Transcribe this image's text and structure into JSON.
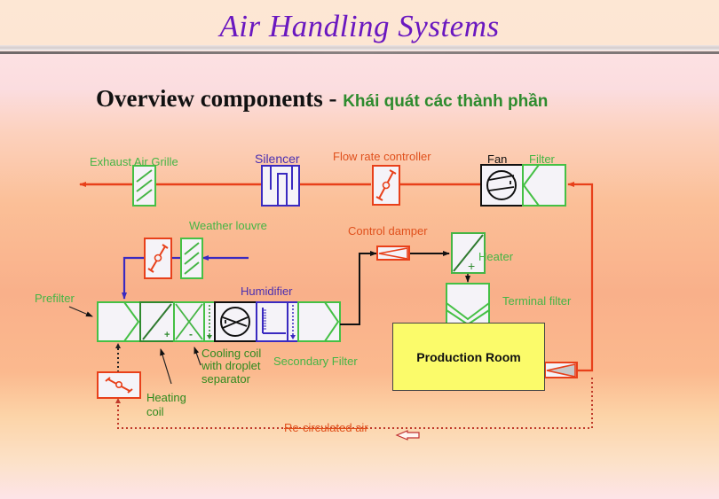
{
  "header": {
    "title": "Air Handling Systems",
    "subtitle_en": "Overview components - ",
    "subtitle_vi": "Khái quát các thành phần"
  },
  "colors": {
    "title": "#6a18c0",
    "component_green": "#45b545",
    "supply_air_line": "#e8401a",
    "outside_air_line": "#3a2ac0",
    "production_room": "#fbfb6a"
  },
  "diagram": {
    "labels": {
      "exhaust_air_grille": "Exhaust Air Grille",
      "silencer": "Silencer",
      "flow_rate_controller": "Flow rate controller",
      "fan": "Fan",
      "filter": "Filter",
      "weather_louvre": "Weather louvre",
      "control_damper": "Control damper",
      "heater": "Heater",
      "prefilter": "Prefilter",
      "humidifier": "Humidifier",
      "terminal_filter": "Terminal filter",
      "cooling_coil": "Cooling coil with droplet separator",
      "cooling_coil_lines": [
        "Cooling coil",
        "with droplet",
        "separator"
      ],
      "secondary_filter": "Secondary Filter",
      "heating_coil_lines": [
        "Heating",
        "coil"
      ],
      "production_room": "Production Room",
      "recirculated_air": "Re-circulated air"
    },
    "components": [
      {
        "name": "exhaust-air-grille",
        "symbol": "grille-icon"
      },
      {
        "name": "silencer",
        "symbol": "silencer-icon"
      },
      {
        "name": "flow-rate-controller",
        "symbol": "damper-icon"
      },
      {
        "name": "exhaust-fan",
        "symbol": "fan-icon"
      },
      {
        "name": "exhaust-filter",
        "symbol": "filter-icon"
      },
      {
        "name": "outside-air-damper",
        "symbol": "damper-icon"
      },
      {
        "name": "weather-louvre",
        "symbol": "grille-icon"
      },
      {
        "name": "prefilter",
        "symbol": "filter-icon"
      },
      {
        "name": "heating-coil",
        "symbol": "heating-coil-icon"
      },
      {
        "name": "cooling-coil",
        "symbol": "cooling-coil-icon"
      },
      {
        "name": "supply-fan",
        "symbol": "fan-icon"
      },
      {
        "name": "humidifier",
        "symbol": "humidifier-icon"
      },
      {
        "name": "secondary-filter",
        "symbol": "filter-icon"
      },
      {
        "name": "control-damper",
        "symbol": "control-damper-icon"
      },
      {
        "name": "heater",
        "symbol": "heating-coil-icon"
      },
      {
        "name": "terminal-filter",
        "symbol": "filter-icon"
      },
      {
        "name": "return-damper",
        "symbol": "control-damper-icon"
      },
      {
        "name": "recirculation-damper",
        "symbol": "damper-icon"
      }
    ]
  }
}
